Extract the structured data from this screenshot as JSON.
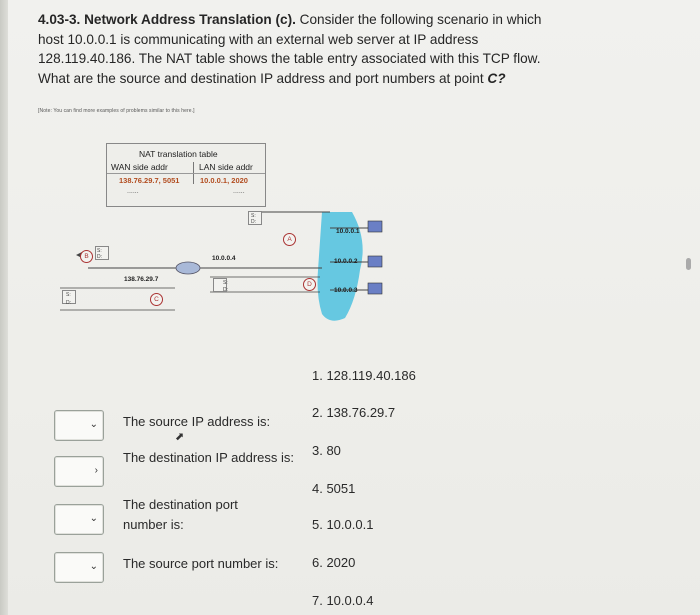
{
  "question": {
    "number": "4.03-3.",
    "title": "Network Address Translation (c).",
    "body": "Consider the following scenario in which host 10.0.0.1 is communicating with an external web server at IP address 128.119.40.186. The NAT table shows the table entry associated with this TCP flow. What are the source and destination IP address and port numbers at point",
    "point": "C?",
    "note": "[Note: You can find more examples of problems similar to this here.]"
  },
  "diagram": {
    "nat_table": {
      "title": "NAT translation table",
      "wan_header": "WAN side addr",
      "lan_header": "LAN side addr",
      "wan_value": "138.76.29.7, 5051",
      "lan_value": "10.0.0.1, 2020",
      "dots": "......"
    },
    "router_lan_ip": "10.0.0.4",
    "router_wan_ip": "138.76.29.7",
    "hosts": [
      "10.0.0.1",
      "10.0.0.2",
      "10.0.0.3"
    ],
    "points": [
      "A",
      "B",
      "C",
      "D"
    ],
    "field_s": "S:",
    "field_d": "D:"
  },
  "colors": {
    "lan_cloud": "#57c3e0",
    "nat_value": "#b24d20",
    "point_circle": "#aa3333"
  },
  "answers": {
    "prompts": [
      "The source IP address is:",
      "The destination IP address is:",
      "The destination port number is:",
      "The source port number is:"
    ],
    "options": [
      "1.  128.119.40.186",
      "2.  138.76.29.7",
      "3.  80",
      "4.  5051",
      "5.  10.0.0.1",
      "6.  2020",
      "7.  10.0.0.4"
    ]
  }
}
